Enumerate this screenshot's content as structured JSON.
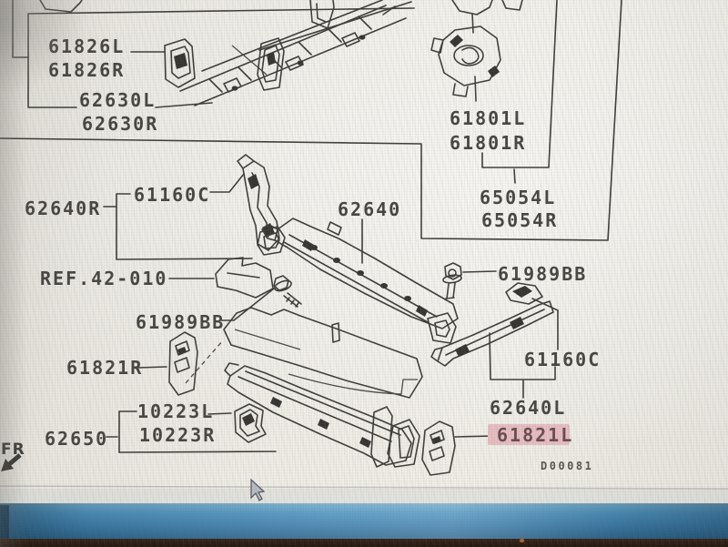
{
  "diagram": {
    "labels": {
      "p61826L": "61826L",
      "p61826R": "61826R",
      "p62630L": "62630L",
      "p62630R": "62630R",
      "p61801L": "61801L",
      "p61801R": "61801R",
      "p65054L": "65054L",
      "p65054R": "65054R",
      "p61160C_left": "61160C",
      "p62640R": "62640R",
      "p62640": "62640",
      "ref_42_010": "REF.42-010",
      "p61989BB_left": "61989BB",
      "p61989BB_right": "61989BB",
      "p61160C_right": "61160C",
      "p62640L": "62640L",
      "p61821R": "61821R",
      "p10223L": "10223L",
      "p10223R": "10223R",
      "p62650": "62650",
      "p61821L": "61821L"
    },
    "fr_marker": "FR",
    "drawing_code": "D00081",
    "highlighted_part": "61821L",
    "colors": {
      "highlight_bg": "#eabfc3",
      "highlight_text": "#6b4a4e",
      "line": "#3d3c38",
      "label_text": "#45443f",
      "taskbar_blue": "#4389b8",
      "bezel_brown": "#2a1a11"
    }
  }
}
